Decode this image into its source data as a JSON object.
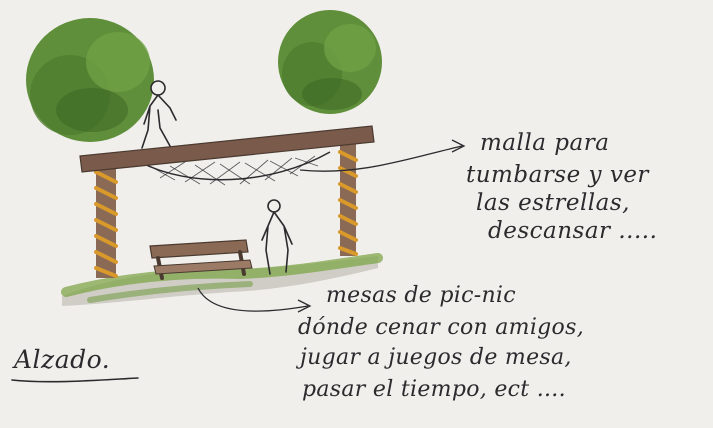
{
  "drawing": {
    "title": "Alzado.",
    "annotations": [
      {
        "id": "hammock-note",
        "lines": [
          "malla para",
          "tumbarse y ver",
          "las estrellas,",
          "descansar ....."
        ]
      },
      {
        "id": "picnic-note",
        "lines": [
          "mesas de pic-nic",
          "dónde cenar con amigos,",
          "jugar a juegos de mesa,",
          "pasar el tiempo, ect ...."
        ]
      }
    ]
  },
  "colors": {
    "paper": "#f1efec",
    "ink": "#2b2b2e",
    "tree_green": "#5f8f3a",
    "tree_dark": "#3f6b26",
    "trunk_brown": "#8a6a55",
    "beam_brown": "#7a5a4a",
    "rope_orange": "#d99a2b",
    "grass": "#7fa64a",
    "ground_shadow": "#a9a39c"
  }
}
